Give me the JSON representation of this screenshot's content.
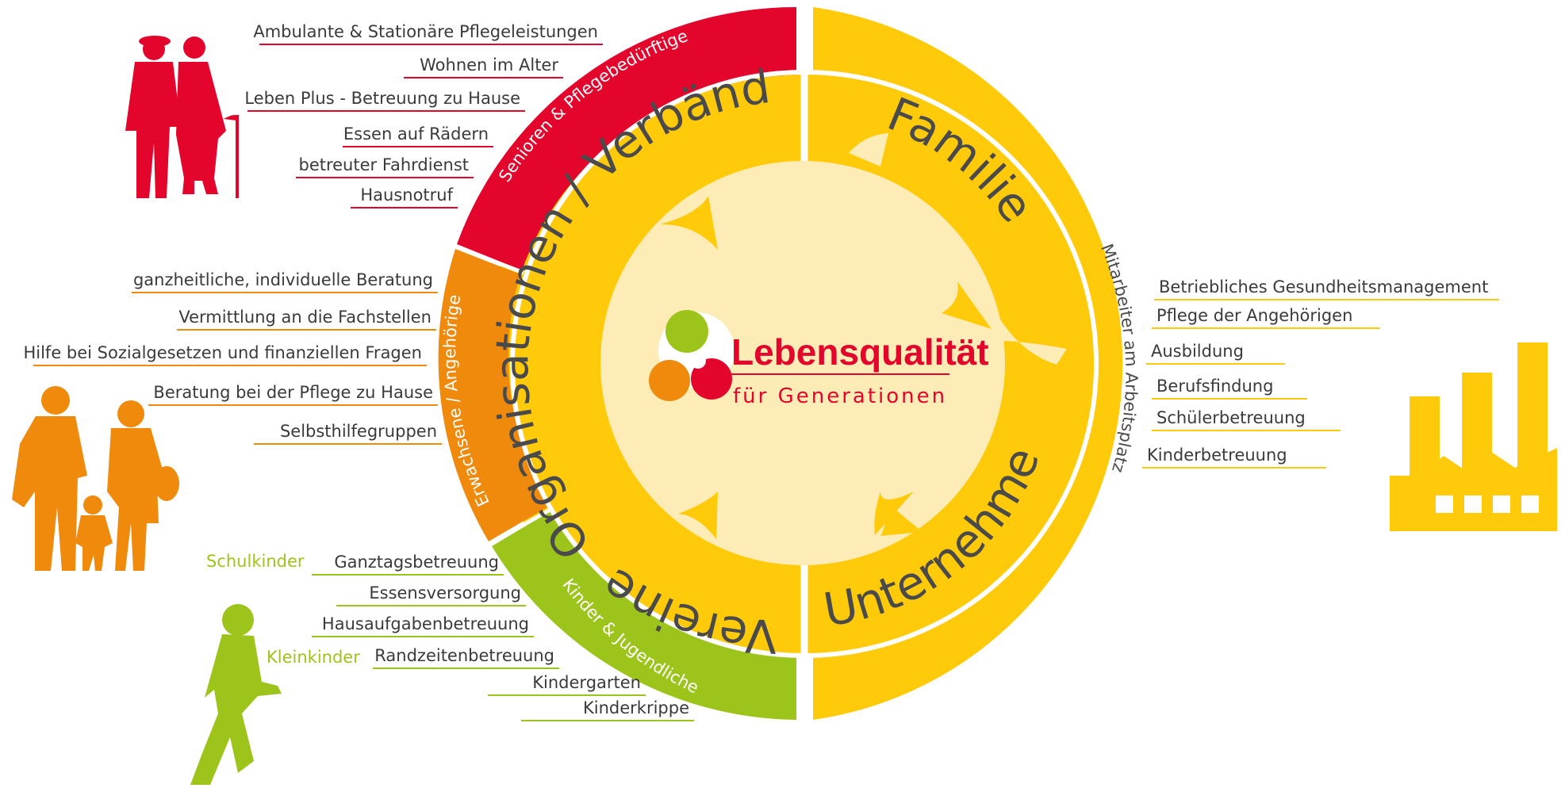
{
  "colors": {
    "red": "#e3052b",
    "orange": "#ef8a0c",
    "green": "#9dc41b",
    "yellow": "#ffca0a",
    "cream": "#fdecb6",
    "text": "#3a3a3a"
  },
  "logo": {
    "title": "Lebensqualität",
    "subtitle": "für Generationen"
  },
  "outer_ring": {
    "seniors": "Senioren & Pflegebedürftige",
    "adults": "Erwachsene / Angehörige",
    "kids": "Kinder & Jugendliche",
    "employees": "Mitarbeiter am Arbeitsplatz"
  },
  "inner_ring": {
    "organisations": "Organisationen / Verbände",
    "clubs": "Vereine / Organisationen",
    "family": "Familie",
    "companies": "Unternehmen"
  },
  "seniors_items": [
    "Ambulante & Stationäre Pflegeleistungen",
    "Wohnen im Alter",
    "Leben Plus - Betreuung zu Hause",
    "Essen auf Rädern",
    "betreuter Fahrdienst",
    "Hausnotruf"
  ],
  "adults_items": [
    "ganzheitliche, individuelle Beratung",
    "Vermittlung an die Fachstellen",
    "Hilfe bei Sozialgesetzen und finanziellen Fragen",
    "Beratung bei der Pflege zu Hause",
    "Selbsthilfegruppen"
  ],
  "kids_items": [
    "Ganztagsbetreuung",
    "Essensversorgung",
    "Hausaufgabenbetreuung",
    "Randzeitenbetreuung",
    "Kindergarten",
    "Kinderkrippe"
  ],
  "kids_groups": {
    "school": "Schulkinder",
    "small": "Kleinkinder"
  },
  "company_items": [
    "Betriebliches Gesundheitsmanagement",
    "Pflege der Angehörigen",
    "Ausbildung",
    "Berufsfindung",
    "Schülerbetreuung",
    "Kinderbetreuung"
  ]
}
